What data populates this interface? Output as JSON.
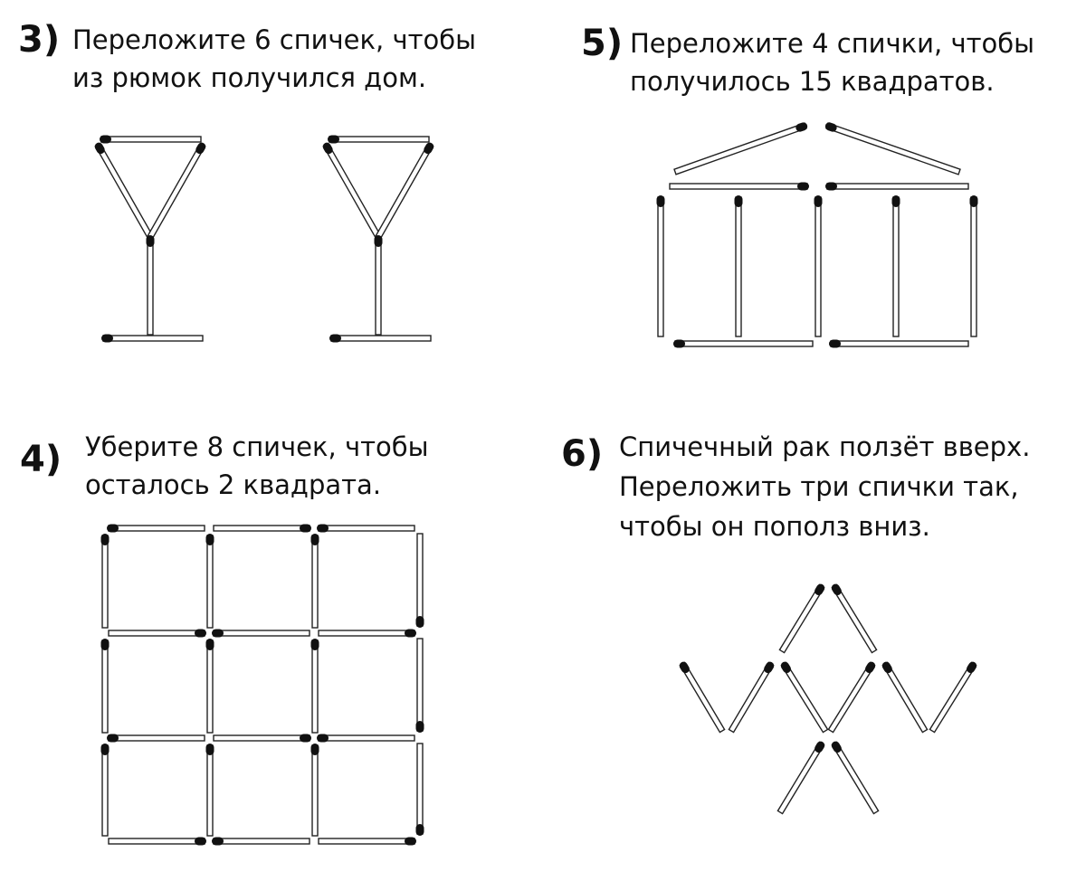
{
  "puzzles": [
    {
      "id": "p3",
      "number": "3)",
      "lines": [
        "Переложите 6 спичек, чтобы",
        "из рюмок получился дом."
      ]
    },
    {
      "id": "p5",
      "number": "5)",
      "lines": [
        "Переложите 4 спички, чтобы",
        "получилось 15 квадратов."
      ]
    },
    {
      "id": "p4",
      "number": "4)",
      "lines": [
        "Уберите 8 спичек, чтобы",
        "осталось 2 квадрата."
      ]
    },
    {
      "id": "p6",
      "number": "6)",
      "lines": [
        "Спичечный рак ползёт вверх.",
        "Переложить три спички так,",
        "чтобы он пополз вниз."
      ]
    }
  ],
  "colors": {
    "match_body": "#ffffff",
    "match_outline": "#222222",
    "match_head": "#111111",
    "text": "#111111"
  }
}
